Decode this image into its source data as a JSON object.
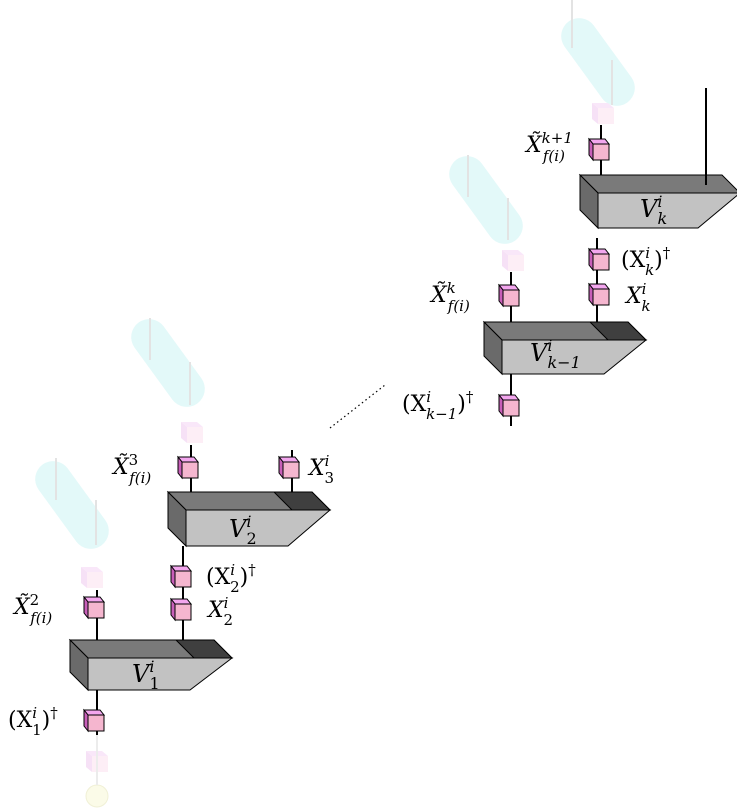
{
  "labels": {
    "xt_f2": {
      "base": "X̃",
      "sup": "2",
      "sub": "f(i)"
    },
    "xt_f3": {
      "base": "X̃",
      "sup": "3",
      "sub": "f(i)"
    },
    "xt_fk": {
      "base": "X̃",
      "sup": "k",
      "sub": "f(i)"
    },
    "xt_fk1": {
      "base": "X̃",
      "sup": "k+1",
      "sub": "f(i)"
    },
    "x1_dag": {
      "pre": "(X",
      "sup": "i",
      "sub": "1",
      "post": ")",
      "dag": "†"
    },
    "x2_dag": {
      "pre": "(X",
      "sup": "i",
      "sub": "2",
      "post": ")",
      "dag": "†"
    },
    "x2": {
      "base": "X",
      "sup": "i",
      "sub": "2"
    },
    "x3": {
      "base": "X",
      "sup": "i",
      "sub": "3"
    },
    "xk1_dag": {
      "pre": "(X",
      "sup": "i",
      "sub": "k−1",
      "post": ")",
      "dag": "†"
    },
    "xk_dag": {
      "pre": "(X",
      "sup": "i",
      "sub": "k",
      "post": ")",
      "dag": "†"
    },
    "xk": {
      "base": "X",
      "sup": "i",
      "sub": "k"
    },
    "v1": {
      "base": "V",
      "sup": "i",
      "sub": "1"
    },
    "v2": {
      "base": "V",
      "sup": "i",
      "sub": "2"
    },
    "vk1": {
      "base": "V",
      "sup": "i",
      "sub": "k−1"
    },
    "vk": {
      "base": "V",
      "sup": "i",
      "sub": "k"
    }
  },
  "colors": {
    "cube_pink": "#f5b6cf",
    "cube_top": "#f3a6ee",
    "cube_side": "#c85fb9",
    "block_front": "#c2c2c2",
    "block_top": "#7a7a7a",
    "block_top_dark": "#3f3f3f",
    "block_side": "#6a6a6a",
    "ghost_blob": "#d2f6f6",
    "ghost_cube": "#fbe0ee"
  },
  "icons": [
    "unitary-block",
    "tensor-cube",
    "faded-tensor-blob"
  ]
}
